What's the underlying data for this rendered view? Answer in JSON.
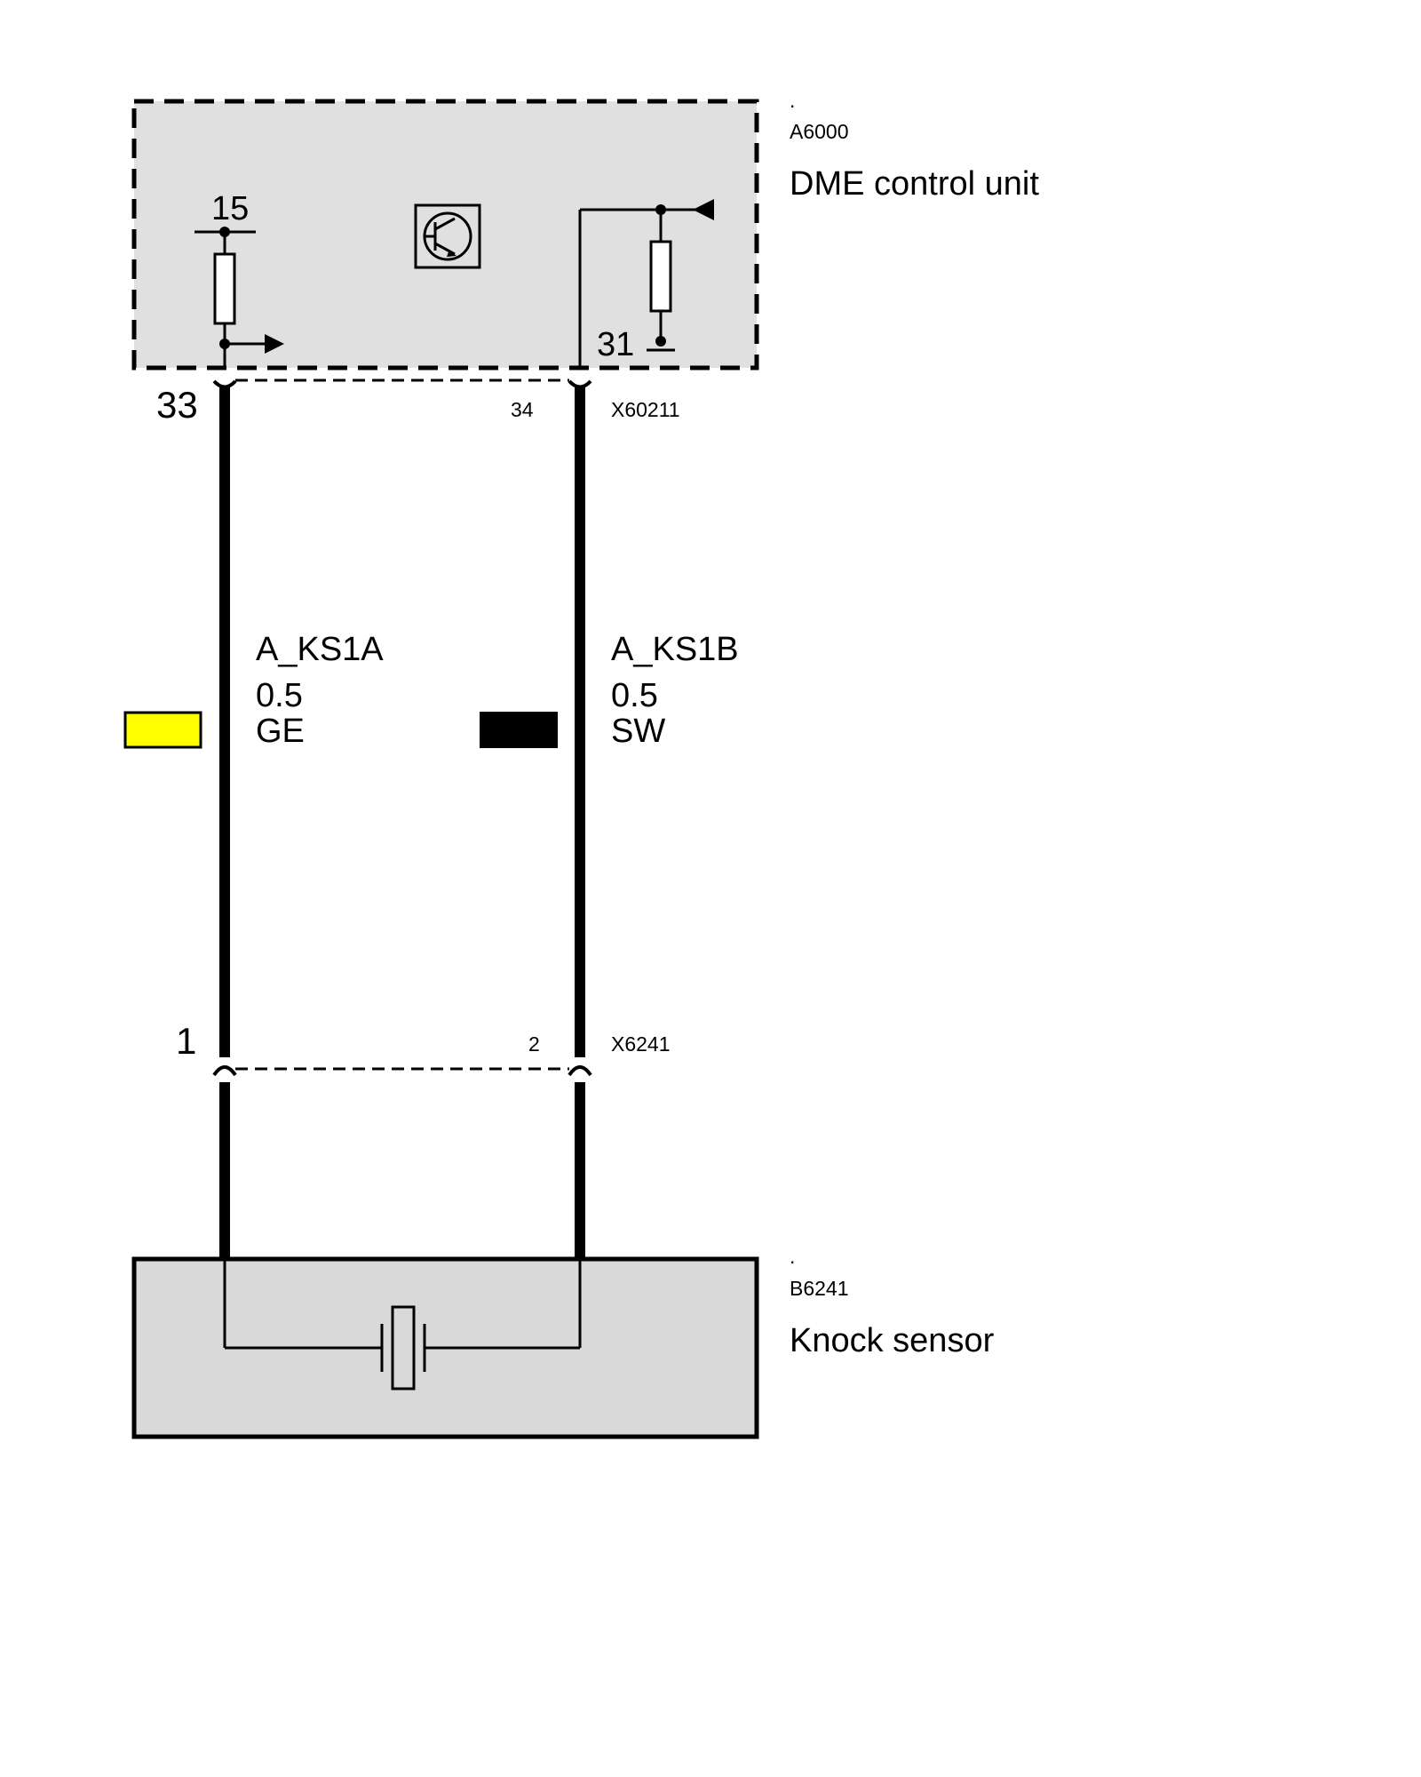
{
  "colors": {
    "module_fill": "#e0e0e0",
    "wire": "#000000",
    "ge": "#ffff00",
    "sw": "#000000"
  },
  "dme": {
    "dot": ".",
    "id": "A6000",
    "name": "DME control unit",
    "pin_15": "15",
    "pin_31": "31",
    "icon": "transistor-icon"
  },
  "connector_top": {
    "pin_left": "33",
    "pin_right": "34",
    "id": "X60211"
  },
  "wires": [
    {
      "signal": "A_KS1A",
      "size": "0.5",
      "color_code": "GE"
    },
    {
      "signal": "A_KS1B",
      "size": "0.5",
      "color_code": "SW"
    }
  ],
  "connector_bottom": {
    "pin_left": "1",
    "pin_right": "2",
    "id": "X6241"
  },
  "sensor": {
    "dot": ".",
    "id": "B6241",
    "name": "Knock sensor",
    "icon": "piezo-crystal-icon"
  }
}
